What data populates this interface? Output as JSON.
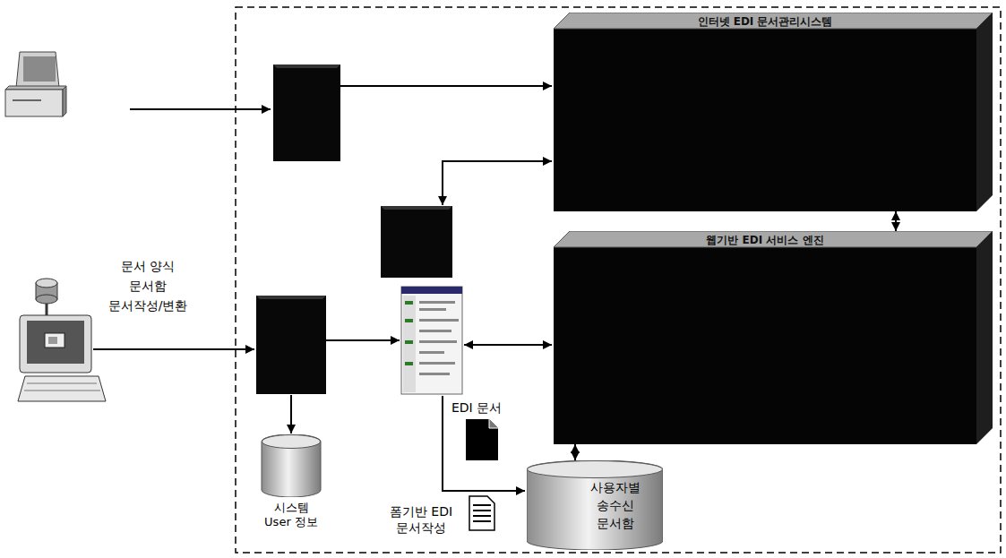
{
  "diagram": {
    "nodes": [
      {
        "text": [
          "인터넷 EDI 문서관리시스템"
        ]
      },
      {
        "text": [
          "웹기반 EDI 서비스 엔진"
        ]
      },
      {
        "text": [
          "시스템 User 정보"
        ]
      },
      {
        "text": [
          "사용자별 송수신 문서함"
        ]
      }
    ],
    "edges": [
      {
        "from": 0,
        "to": 1,
        "arrow": "both"
      },
      {
        "from": 1,
        "to": 3,
        "arrow": "both"
      }
    ],
    "labels": [
      "문서 양식",
      "문서함",
      "문서작성/변환",
      "EDI 문서",
      "폼기반 EDI 문서작성"
    ]
  }
}
